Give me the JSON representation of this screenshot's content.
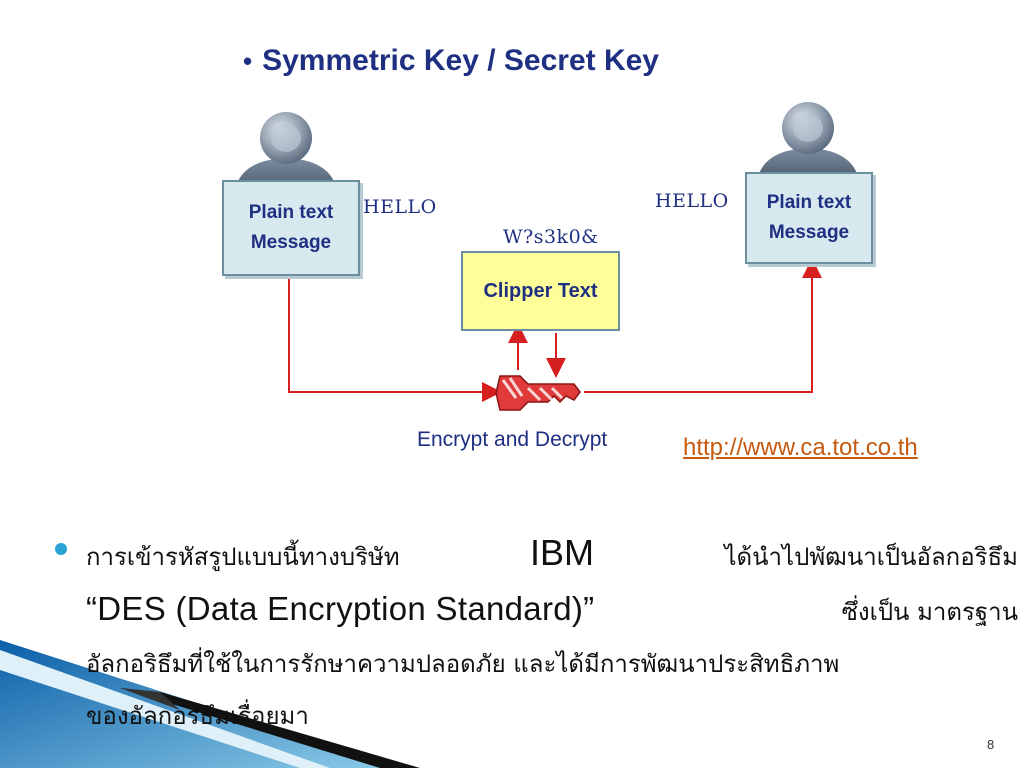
{
  "diagram": {
    "title_bullet": "•",
    "title": "Symmetric Key / Secret Key",
    "left_box": {
      "line1": "Plain text",
      "line2": "Message"
    },
    "right_box": {
      "line1": "Plain text",
      "line2": "Message"
    },
    "left_word": "HELLO",
    "right_word": "HELLO",
    "cipher_word": "W?s3k0&",
    "middle_box": "Clipper Text",
    "caption": "Encrypt and Decrypt",
    "source_link": "http://www.ca.tot.co.th",
    "colors": {
      "arrows": "#d62020",
      "text": "#1f2f82",
      "box": "#d7e8ef",
      "middle_box": "#ffff99"
    }
  },
  "body": {
    "line1_part1": "การเข้ารหัสรูปแบบนี้ทางบริษัท",
    "line1_ibm": "IBM",
    "line1_part2": "ได้นำไปพัฒนาเป็นอัลกอริธึม",
    "line2_des": "“DES (Data Encryption Standard)”",
    "line2_part2": "ซึ่งเป็น มาตรฐาน",
    "line3": "อัลกอริธึมที่ใช้ในการรักษาความปลอดภัย และได้มีการพัฒนาประสิทธิภาพ",
    "line4": "ของอัลกอริธึมเรื่อยมา"
  },
  "page_number": "8"
}
